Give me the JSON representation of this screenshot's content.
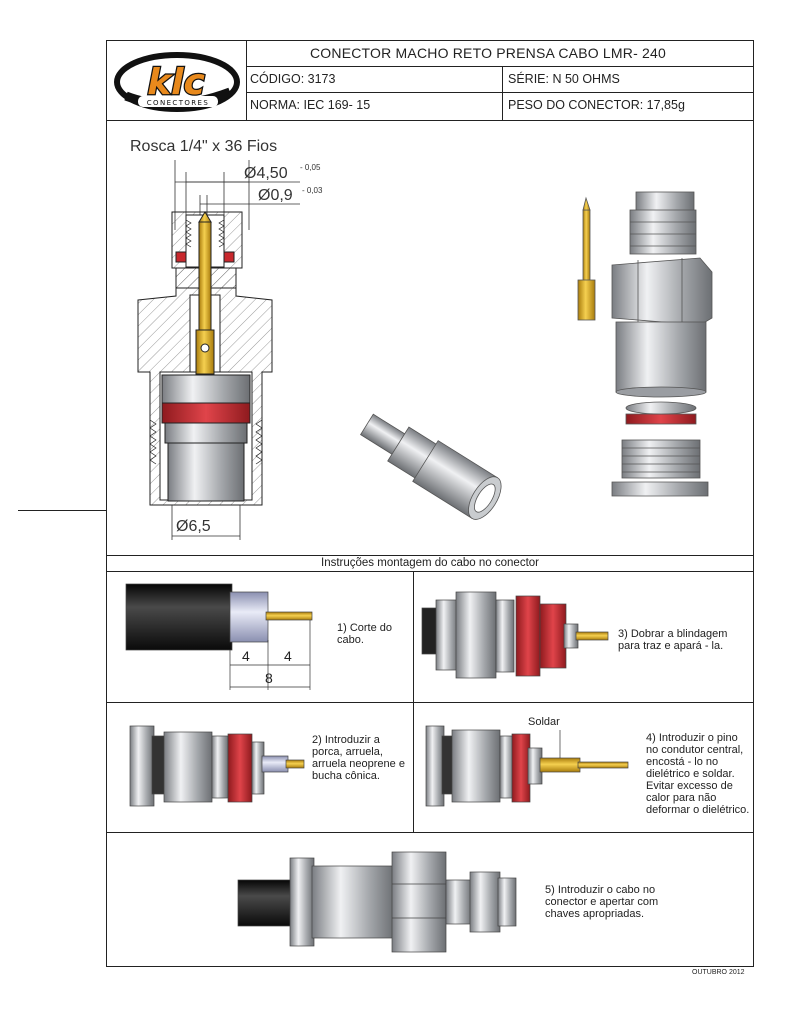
{
  "header": {
    "logo_text": "klc",
    "logo_sub": "CONECTORES",
    "title": "CONECTOR MACHO RETO PRENSA CABO  LMR- 240",
    "codigo": "CÓDIGO: 3173",
    "serie": "SÉRIE: N 50 OHMS",
    "norma": "NORMA: IEC  169- 15",
    "peso": "PESO DO CONECTOR: 17,85g"
  },
  "drawing": {
    "thread_label": "Rosca 1/4\" x 36 Fios",
    "dia1": "Ø4,50",
    "dia1_tol": "- 0,05",
    "dia2": "Ø0,9",
    "dia2_tol": "- 0,03",
    "dia3": "Ø6,5"
  },
  "instructions": {
    "header": "Instruções montagem do cabo no conector",
    "step1": "1) Corte do cabo.",
    "step1_dim_a": "4",
    "step1_dim_b": "4",
    "step1_dim_total": "8",
    "step2": "2) Introduzir a porca, arruela, arruela neoprene e bucha cônica.",
    "step3": "3) Dobrar a blindagem para traz e apará - la.",
    "step4_callout": "Soldar",
    "step4": "4) Introduzir o pino no condutor central, encostá - lo no dielétrico e soldar. Evitar excesso de calor para não deformar o dielétrico.",
    "step5": "5) Introduzir o cabo  no conector e apertar com chaves apropriadas."
  },
  "footer": {
    "date": "OUTUBRO 2012"
  },
  "colors": {
    "red_seal": "#c8282d",
    "gold_pin": "#d9a514",
    "steel": "#b9bcc0",
    "cable": "#1e1e1e"
  }
}
